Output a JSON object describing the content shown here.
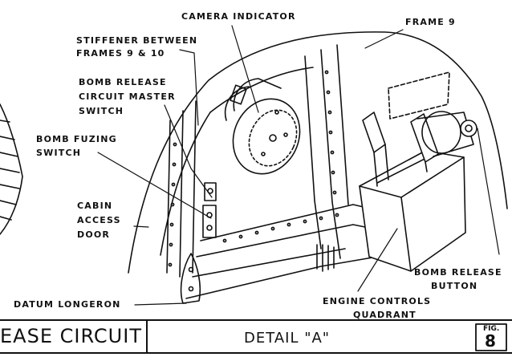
{
  "labels": {
    "camera_indicator": "CAMERA INDICATOR",
    "frame_9": "FRAME 9",
    "stiffener_line1": "STIFFENER BETWEEN",
    "stiffener_line2": "FRAMES 9 & 10",
    "master_switch_line1": "BOMB RELEASE",
    "master_switch_line2": "CIRCUIT MASTER",
    "master_switch_line3": "SWITCH",
    "fuzing_line1": "BOMB FUZING",
    "fuzing_line2": "SWITCH",
    "cabin_line1": "CABIN",
    "cabin_line2": "ACCESS",
    "cabin_line3": "DOOR",
    "datum_longeron": "DATUM LONGERON",
    "release_button_line1": "BOMB RELEASE",
    "release_button_line2": "BUTTON",
    "engine_line1": "ENGINE CONTROLS",
    "engine_line2": "QUADRANT"
  },
  "title_bar": {
    "left_title": "EASE CIRCUIT",
    "detail": "DETAIL \"A\"",
    "fig_label": "FIG.",
    "fig_number": "8"
  }
}
